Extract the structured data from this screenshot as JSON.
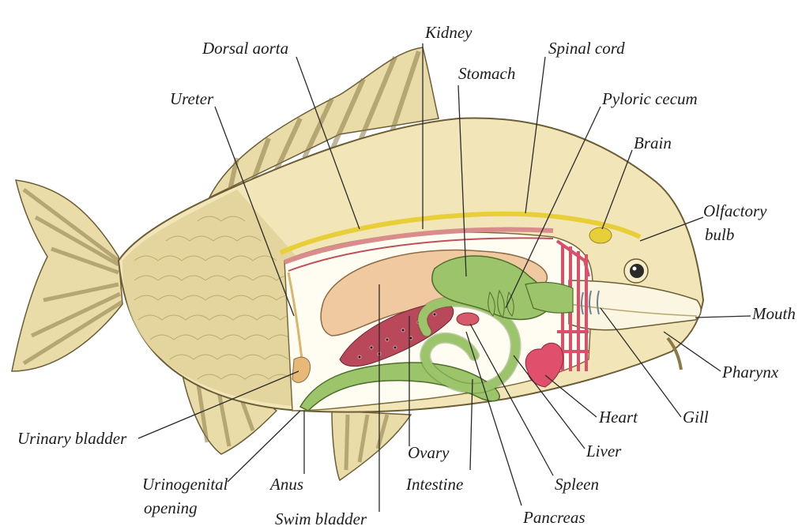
{
  "labels": {
    "dorsal_aorta": "Dorsal aorta",
    "kidney": "Kidney",
    "spinal_cord": "Spinal cord",
    "stomach": "Stomach",
    "pyloric_cecum": "Pyloric cecum",
    "ureter": "Ureter",
    "brain": "Brain",
    "olfactory_bulb_line1": "Olfactory",
    "olfactory_bulb_line2": "bulb",
    "mouth": "Mouth",
    "pharynx": "Pharynx",
    "gill": "Gill",
    "heart": "Heart",
    "liver": "Liver",
    "spleen": "Spleen",
    "pancreas": "Pancreas",
    "intestine": "Intestine",
    "ovary": "Ovary",
    "anus": "Anus",
    "urinogenital_line1": "Urinogenital",
    "urinogenital_line2": "opening",
    "urinary_bladder": "Urinary bladder",
    "swim_bladder": "Swim bladder"
  },
  "colors": {
    "body": "#f2e6b8",
    "scales": "#d8c486",
    "fin_stripe": "#9a8a55",
    "cavity": "#fffdf2",
    "swim_bladder": "#f0c9a0",
    "digestive": "#9cc46a",
    "ovary": "#b8485a",
    "heart": "#e0506c",
    "kidney": "#d98c8c",
    "spinal_cord": "#e8cf3a",
    "gill_arch": "#d8506a"
  }
}
